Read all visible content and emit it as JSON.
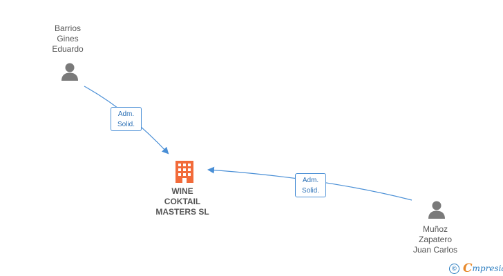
{
  "nodes": {
    "person1": {
      "name_lines": [
        "Barrios",
        "Gines",
        "Eduardo"
      ]
    },
    "person2": {
      "name_lines": [
        "Muñoz",
        "Zapatero",
        "Juan Carlos"
      ]
    },
    "company": {
      "name_lines": [
        "WINE",
        "COKTAIL",
        "MASTERS SL"
      ]
    }
  },
  "edges": [
    {
      "from": "person1",
      "to": "company",
      "label_lines": [
        "Adm.",
        "Solid."
      ]
    },
    {
      "from": "person2",
      "to": "company",
      "label_lines": [
        "Adm.",
        "Solid."
      ]
    }
  ],
  "colors": {
    "edge": "#4a8fd6",
    "person_icon": "#7a7a7a",
    "company_icon": "#f26b3a",
    "text": "#555555"
  },
  "footer": {
    "copyright_symbol": "©",
    "brand_initial": "C",
    "brand_rest": "mpresia"
  }
}
